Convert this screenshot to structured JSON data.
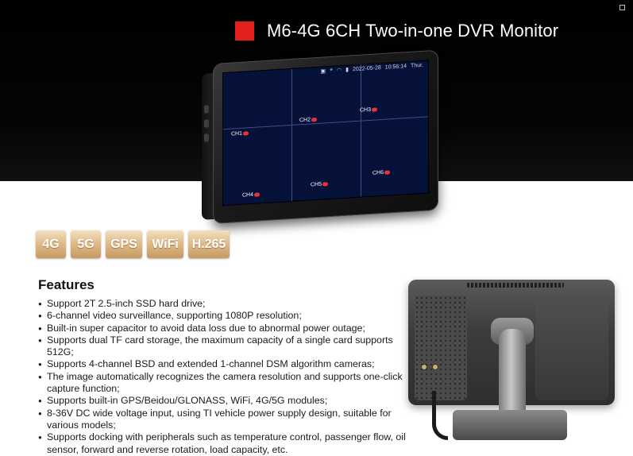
{
  "header": {
    "title": "M6-4G 6CH Two-in-one DVR Monitor",
    "accent_color": "#e3201b"
  },
  "screen": {
    "status": {
      "date": "2022-05-28",
      "time": "10:56:14",
      "day": "Thur.",
      "icons": [
        "sd-card-icon",
        "gps-icon",
        "wifi-icon",
        "signal-icon"
      ]
    },
    "channels": [
      "CH1",
      "CH2",
      "CH3",
      "CH4",
      "CH5",
      "CH6"
    ]
  },
  "badges": [
    "4G",
    "5G",
    "GPS",
    "WiFi",
    "H.265"
  ],
  "features": {
    "title": "Features",
    "items": [
      "Support 2T 2.5-inch SSD hard drive;",
      "6-channel video surveillance, supporting 1080P resolution;",
      "Built-in super capacitor to avoid data loss due to abnormal power outage;",
      "Supports dual TF card storage, the maximum capacity of a single card supports 512G;",
      "Supports 4-channel BSD and extended 1-channel DSM algorithm cameras;",
      "The image automatically recognizes the camera resolution and supports one-click capture function;",
      "Supports built-in GPS/Beidou/GLONASS, WiFi, 4G/5G modules;",
      "8-36V DC wide voltage input, using TI vehicle power supply design, suitable for various models;",
      "Supports docking with peripherals such as temperature control, passenger flow, oil sensor, forward and reverse rotation, load capacity, etc."
    ]
  }
}
